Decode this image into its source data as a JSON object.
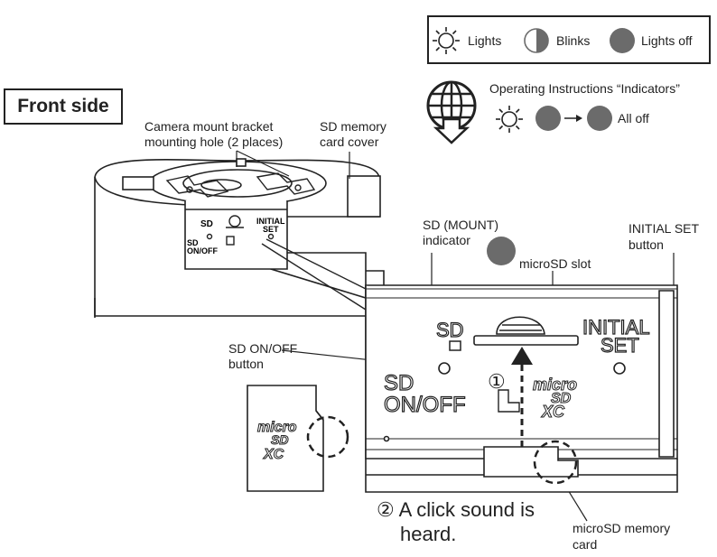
{
  "legend": {
    "lights": "Lights",
    "blinks": "Blinks",
    "lights_off": "Lights off",
    "icon_lights": "sun-icon",
    "icon_blinks": "half-circle-icon",
    "icon_off": "filled-circle-icon"
  },
  "indicators_ref": {
    "text": "Operating Instructions “Indicators”",
    "all_off": "All off",
    "icon": "globe-download-icon"
  },
  "title": "Front side",
  "labels": {
    "mount_hole_line1": "Camera mount bracket",
    "mount_hole_line2": "mounting hole (2 places)",
    "sd_cover_line1": "SD memory",
    "sd_cover_line2": "card cover",
    "sd_mount_line1": "SD (MOUNT)",
    "sd_mount_line2": "indicator",
    "initial_set_line1": "INITIAL SET",
    "initial_set_line2": "button",
    "microsd_slot": "microSD slot",
    "sd_onoff_line1": "SD ON/OFF",
    "sd_onoff_line2": "button",
    "microsd_card_line1": "microSD memory",
    "microsd_card_line2": "card"
  },
  "panel_print": {
    "sd": "SD",
    "initial": "INITIAL",
    "set": "SET",
    "sd_onoff_1": "SD",
    "sd_onoff_2": "ON/OFF",
    "step1": "①",
    "micro": "micro",
    "sd_logo": "SD",
    "xc": "XC"
  },
  "small_panel_print": {
    "sd": "SD",
    "initial": "INITIAL",
    "set": "SET",
    "sd_onoff_1": "SD",
    "sd_onoff_2": "ON/OFF"
  },
  "card_print": {
    "micro": "micro",
    "sd": "SD",
    "xc": "XC"
  },
  "step2": {
    "line1": "② A click sound is",
    "line2": "heard."
  },
  "colors": {
    "indicator_off": "#6b6b6b",
    "line": "#222222"
  }
}
